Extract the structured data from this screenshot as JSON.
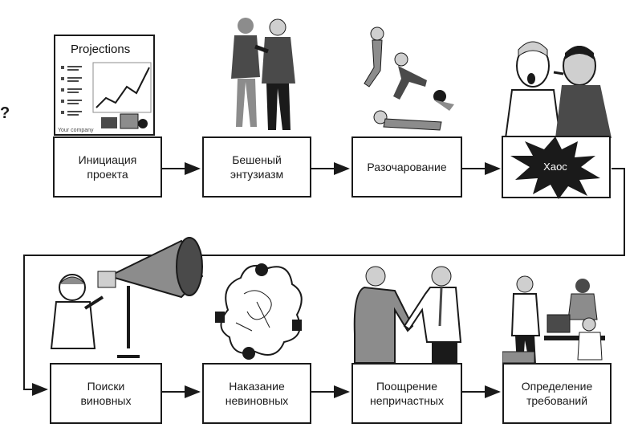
{
  "question_mark": "?",
  "steps": [
    {
      "id": "initiation",
      "label": "Инициация\nпроекта"
    },
    {
      "id": "enthusiasm",
      "label": "Бешеный\nэнтузиазм"
    },
    {
      "id": "disappointment",
      "label": "Разочарование"
    },
    {
      "id": "chaos",
      "label": "Хаос"
    },
    {
      "id": "blame",
      "label": "Поиски\nвиновных"
    },
    {
      "id": "punishment",
      "label": "Наказание\nневиновных"
    },
    {
      "id": "reward",
      "label": "Поощрение\nнепричастных"
    },
    {
      "id": "requirements",
      "label": "Определение\nтребований"
    }
  ],
  "illustrations": {
    "projections_sign": "Projections",
    "projections_footer": "Your company"
  },
  "colors": {
    "ink": "#1a1a1a",
    "gray_dark": "#4a4a4a",
    "gray_mid": "#8c8c8c",
    "gray_light": "#cfcfcf"
  }
}
